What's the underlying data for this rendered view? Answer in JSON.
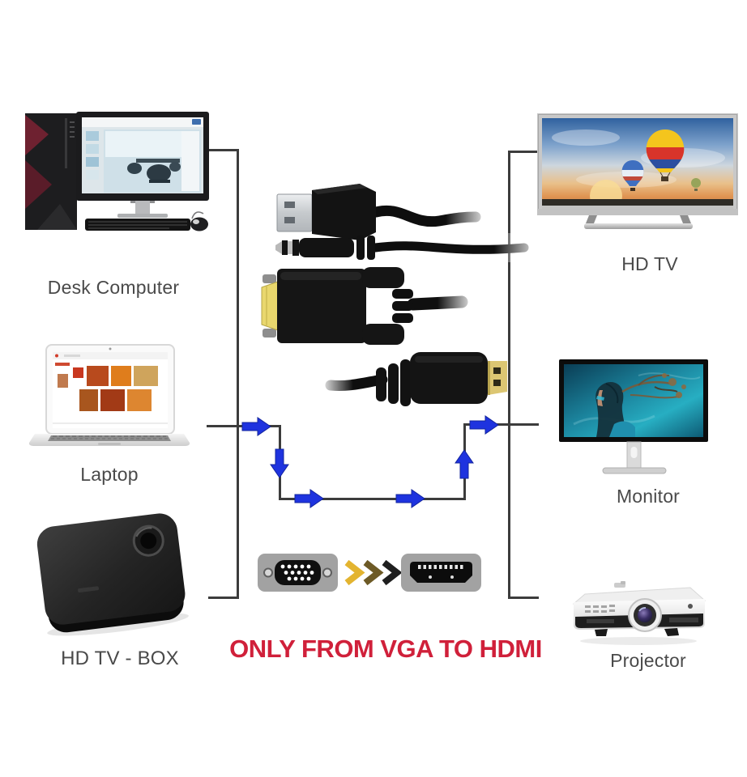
{
  "diagram": {
    "title_caption": "ONLY FROM VGA TO HDMI",
    "sources": [
      {
        "id": "desk-computer",
        "label": "Desk Computer"
      },
      {
        "id": "laptop",
        "label": "Laptop"
      },
      {
        "id": "hd-tv-box",
        "label": "HD TV - BOX"
      }
    ],
    "targets": [
      {
        "id": "hd-tv",
        "label": "HD TV"
      },
      {
        "id": "monitor",
        "label": "Monitor"
      },
      {
        "id": "projector",
        "label": "Projector"
      }
    ],
    "adapter": {
      "from": "VGA",
      "to": "HDMI",
      "cable_parts": [
        "usb-a-plug",
        "audio-jack-3-5mm",
        "vga-connector",
        "hdmi-connector"
      ],
      "icons": [
        "vga-port-icon",
        "triple-chevron-right-icon",
        "hdmi-port-icon"
      ]
    },
    "flow_arrows": [
      "right",
      "down",
      "right",
      "right",
      "up",
      "right"
    ],
    "colors": {
      "arrow_blue": "#1e33df",
      "wire_gray": "#3c3c3c",
      "caption_red": "#d0203a",
      "label_gray": "#4a4a4a",
      "port_plate_gray": "#a2a2a2",
      "chevron_yellow": "#e3b430",
      "chevron_olive": "#6d5a26",
      "chevron_black": "#1f1f1f"
    }
  }
}
